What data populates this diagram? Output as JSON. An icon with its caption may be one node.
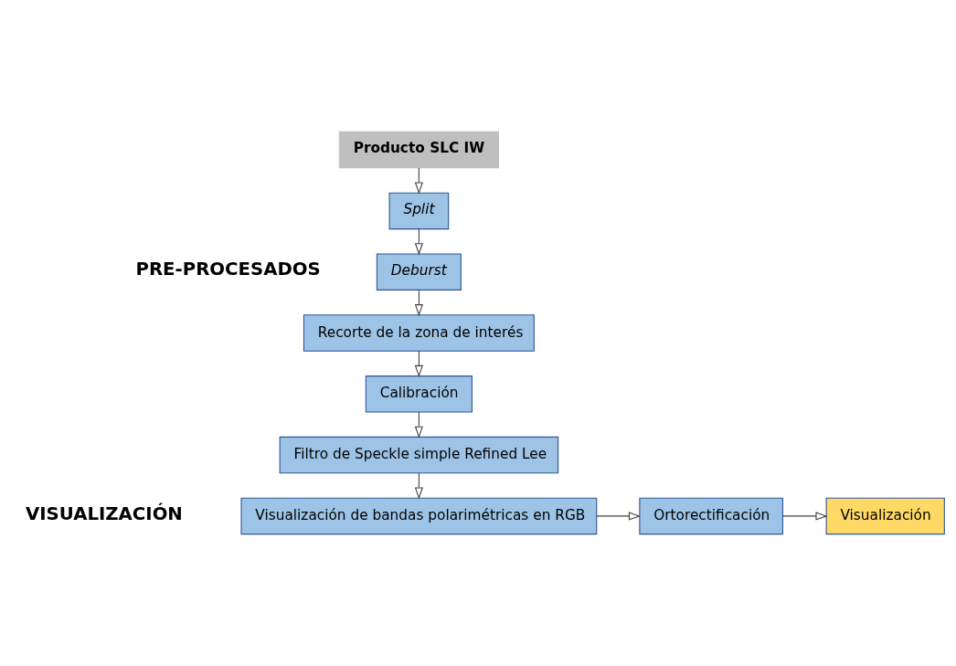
{
  "diagram": {
    "nodes": [
      {
        "text": [
          "Producto SLC IW"
        ]
      },
      {
        "text": [
          "Split"
        ]
      },
      {
        "text": [
          "Deburst"
        ]
      },
      {
        "text": [
          "Recorte de la zona de interés"
        ]
      },
      {
        "text": [
          "Calibración"
        ]
      },
      {
        "text": [
          "Filtro de Speckle simple Refined Lee"
        ]
      },
      {
        "text": [
          "Visualización de bandas polarimétricas en RGB"
        ]
      },
      {
        "text": [
          "Ortorectificación"
        ]
      },
      {
        "text": [
          "Visualización"
        ]
      }
    ],
    "edges": [
      {
        "from": 0,
        "to": 1,
        "arrow": "to"
      },
      {
        "from": 1,
        "to": 2,
        "arrow": "to"
      },
      {
        "from": 2,
        "to": 3,
        "arrow": "to"
      },
      {
        "from": 3,
        "to": 4,
        "arrow": "to"
      },
      {
        "from": 4,
        "to": 5,
        "arrow": "to"
      },
      {
        "from": 5,
        "to": 6,
        "arrow": "to"
      },
      {
        "from": 6,
        "to": 7,
        "arrow": "to"
      },
      {
        "from": 7,
        "to": 8,
        "arrow": "to"
      }
    ],
    "labels": [
      "PRE-PROCESADOS",
      "VISUALIZACIÓN"
    ]
  }
}
